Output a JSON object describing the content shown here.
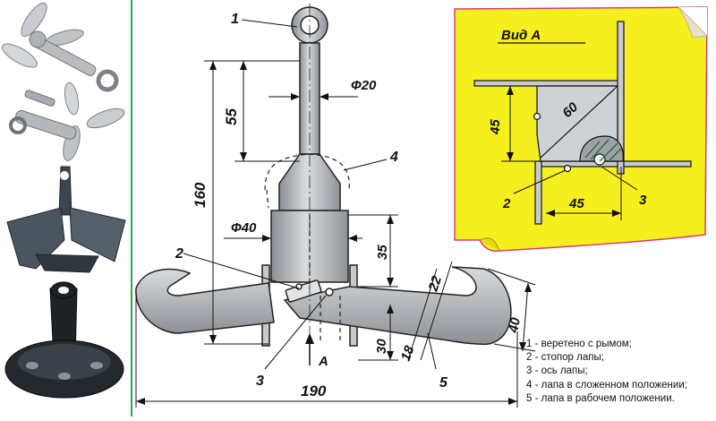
{
  "view_box_title": "Вид А",
  "labels": {
    "n1": "1",
    "n2": "2",
    "n3": "3",
    "n4": "4",
    "n5": "5",
    "arrow_a": "А",
    "view_n2": "2",
    "view_n3": "3"
  },
  "dimensions": {
    "d20": "Ф20",
    "d40": "Ф40",
    "l55": "55",
    "l160": "160",
    "l35": "35",
    "l30": "30",
    "l18": "18",
    "l22": "22",
    "l40": "40",
    "l190": "190",
    "v45_vertical": "45",
    "v60": "60",
    "v45_horizontal": "45"
  },
  "legend": [
    "1 - веретено с рымом;",
    "2 - стопор лапы;",
    "3 - ось лапы;",
    "4 - лапа в сложенном положении;",
    "5 - лапа в рабочем положении."
  ]
}
